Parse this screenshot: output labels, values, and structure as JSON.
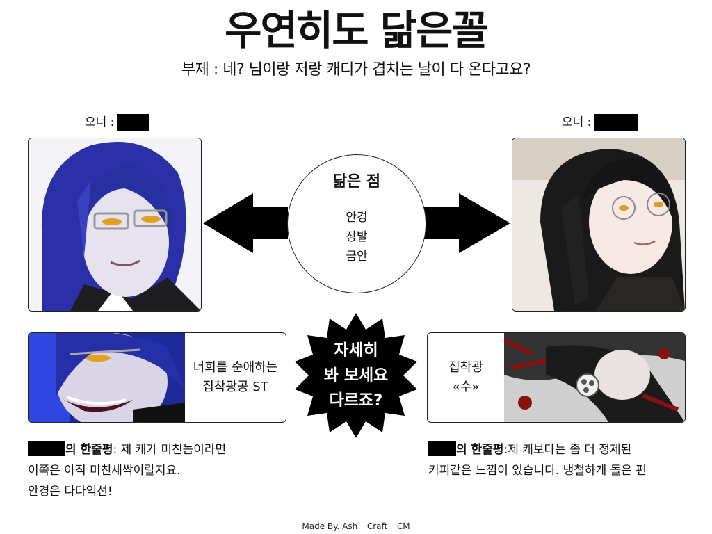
{
  "title": "우연히도 닮은꼴",
  "subtitle": "부제 : 네? 님이랑 저랑 캐디가 겹치는 날이 다 온다고요?",
  "left_owner": {
    "label": "오너 :"
  },
  "right_owner": {
    "label": "오너 :"
  },
  "similarity": {
    "heading": "닮은 점",
    "items": [
      "안경",
      "장발",
      "금안"
    ]
  },
  "left_box": {
    "line1": "너희를 순애하는",
    "line2": "집착광공 ST"
  },
  "right_box": {
    "line1": "집착광",
    "line2": "«수»"
  },
  "center_burst": {
    "line1": "자세히",
    "line2": "봐 보세요",
    "line3": "다르죠?"
  },
  "left_review": {
    "label": "의 한줄평",
    "line1": ": 제 캐가 미친놈이라면",
    "line2": "이쪽은 아직 미친새싹이랄지요.",
    "line3": "안경은 다다익선!"
  },
  "right_review": {
    "label": "의 한줄평",
    "line1": ":제 캐보다는 좀 더 정제된",
    "line2": "커피같은 느낌이 있습니다. 냉철하게 돌은 편"
  },
  "footer": "Made By. Ash _ Craft _ CM",
  "colors": {
    "ink": "#111111",
    "blue_hair": "#2b2fa8",
    "black_hair": "#1a1a1a",
    "eye_gold": "#e0a020",
    "blood": "#8b1010"
  },
  "icons": {
    "left_arrow": "arrow-left-icon",
    "right_arrow": "arrow-right-icon"
  }
}
